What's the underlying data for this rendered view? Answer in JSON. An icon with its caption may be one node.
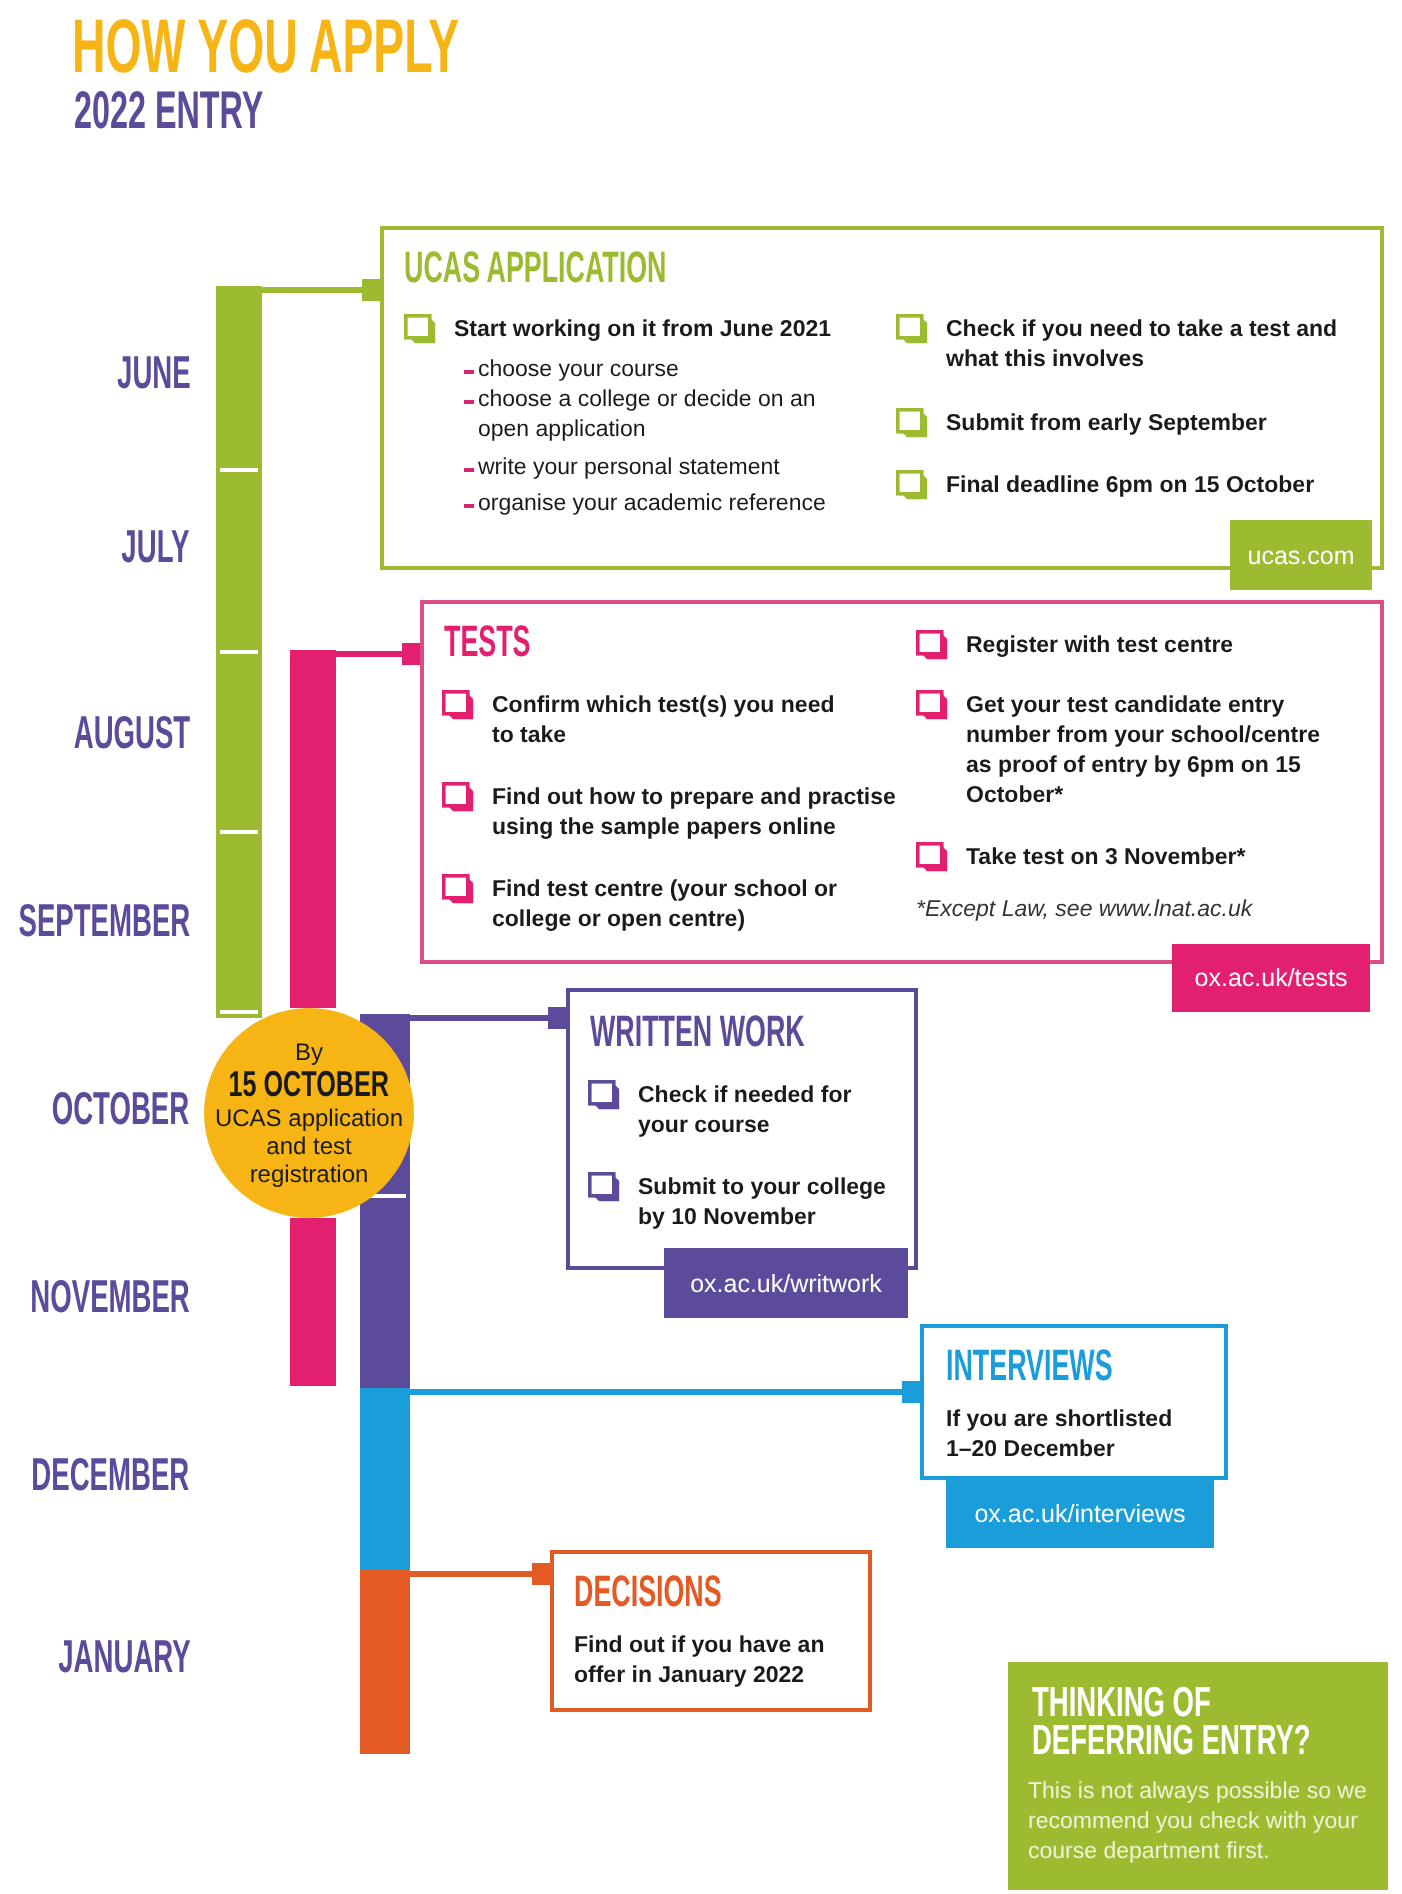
{
  "diagram": {
    "title": "HOW YOU APPLY",
    "nodes": [
      {
        "text": [],
        "shape": "bar"
      },
      {
        "text": [
          "UCAS APPLICATION",
          "Start working on it from June 2021",
          "choose your course",
          "choose a college or decide on an open application",
          "write your personal statement",
          "organise your academic reference",
          "Check if you need to take a test and what this involves",
          "Submit from early September",
          "Final deadline 6pm on 15 October"
        ]
      },
      {
        "text": [
          "ucas.com"
        ]
      },
      {
        "text": [],
        "shape": "bar"
      },
      {
        "text": [
          "TESTS",
          "Confirm which test(s) you need to take",
          "Find out how to prepare and practise using the sample papers online",
          "Find test centre (your school or college or open centre)",
          "Register with test centre",
          "Get your test candidate entry number from your school/centre as proof of entry by 6pm on 15 October*",
          "Take test on 3 November*",
          "*Except Law, see www.lnat.ac.uk"
        ]
      },
      {
        "text": [
          "ox.ac.uk/tests"
        ]
      },
      {
        "text": [
          "By",
          "15 OCTOBER",
          "UCAS application and test registration"
        ]
      },
      {
        "text": [],
        "shape": "bar"
      },
      {
        "text": [],
        "shape": "bar"
      },
      {
        "text": [
          "WRITTEN WORK",
          "Check if needed for your course",
          "Submit to your college by 10 November"
        ]
      },
      {
        "text": [
          "ox.ac.uk/writwork"
        ]
      },
      {
        "text": [],
        "shape": "bar"
      },
      {
        "text": [
          "INTERVIEWS",
          "If you are shortlisted 1–20 December"
        ]
      },
      {
        "text": [
          "ox.ac.uk/interviews"
        ]
      },
      {
        "text": [],
        "shape": "bar"
      },
      {
        "text": [
          "DECISIONS",
          "Find out if you have an offer in January 2022"
        ]
      },
      {
        "text": [
          "THINKING OF DEFERRING ENTRY?",
          "This is not always possible so we recommend you check with your course department first."
        ]
      }
    ],
    "edges": [
      {
        "from": 0,
        "to": 1,
        "arrow": "other",
        "color": "#9dbb30"
      },
      {
        "from": 3,
        "to": 4,
        "arrow": "other",
        "color": "#e3206f"
      },
      {
        "from": 8,
        "to": 9,
        "arrow": "other",
        "color": "#5c4a9b"
      },
      {
        "from": 11,
        "to": 12,
        "arrow": "other",
        "color": "#1b9dd9"
      },
      {
        "from": 14,
        "to": 15,
        "arrow": "other",
        "color": "#e35a24"
      }
    ],
    "labels": [
      "2022 ENTRY",
      "JUNE",
      "JULY",
      "AUGUST",
      "SEPTEMBER",
      "OCTOBER",
      "NOVEMBER",
      "DECEMBER",
      "JANUARY"
    ]
  }
}
